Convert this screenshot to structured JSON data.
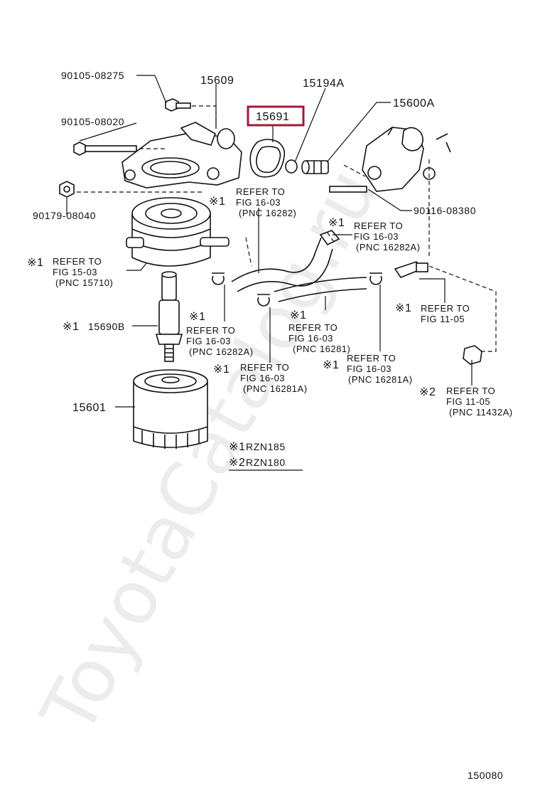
{
  "parts": {
    "p90105_08275": "90105-08275",
    "p15609": "15609",
    "p15194A": "15194A",
    "p15691": "15691",
    "p15600A": "15600A",
    "p90105_08020": "90105-08020",
    "p90179_08040": "90179-08040",
    "p90116_08380": "90116-08380",
    "p15690B": "15690B",
    "p15601": "15601",
    "diagram_no": "150080"
  },
  "marks": {
    "m1": "※1",
    "m2": "※2"
  },
  "refs": {
    "r1": {
      "l1": "REFER TO",
      "l2": "FIG 16-03",
      "l3": "(PNC 16282)"
    },
    "r2": {
      "l1": "REFER TO",
      "l2": "FIG 16-03",
      "l3": "(PNC 16282A)"
    },
    "r3": {
      "l1": "REFER TO",
      "l2": "FIG 15-03",
      "l3": "(PNC 15710)"
    },
    "r4": {
      "l1": "REFER TO",
      "l2": "FIG 11-05"
    },
    "r5": {
      "l1": "REFER TO",
      "l2": "FIG 16-03",
      "l3": "(PNC 16282A)"
    },
    "r6": {
      "l1": "REFER TO",
      "l2": "FIG 16-03",
      "l3": "(PNC 16281)"
    },
    "r7": {
      "l1": "REFER TO",
      "l2": "FIG 16-03",
      "l3": "(PNC 16281A)"
    },
    "r8": {
      "l1": "REFER TO",
      "l2": "FIG 16-03",
      "l3": "(PNC 16281A)"
    },
    "r9": {
      "l1": "REFER TO",
      "l2": "FIG 11-05",
      "l3": "(PNC 11432A)"
    }
  },
  "legend": {
    "l1": "RZN185",
    "l2": "RZN180"
  },
  "watermark": "ToyotaCatalog.ru",
  "colors": {
    "highlight": "#a0183a"
  }
}
